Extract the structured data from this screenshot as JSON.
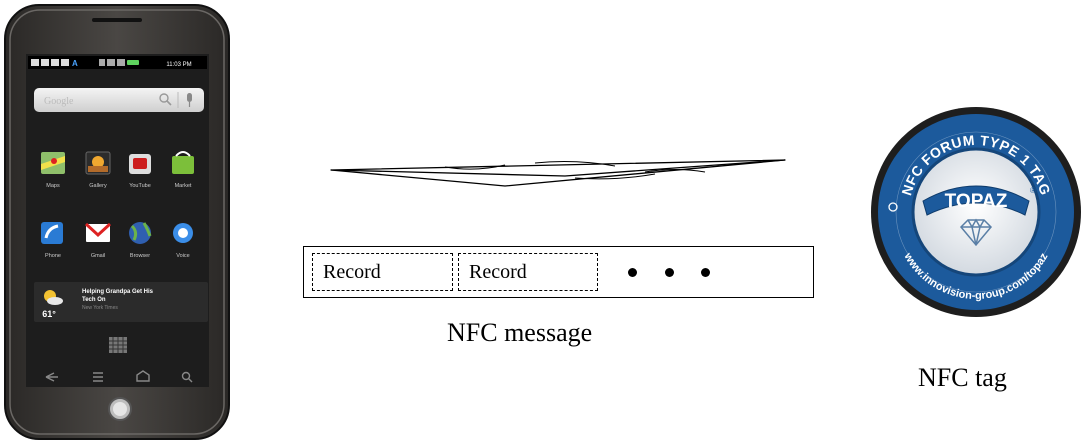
{
  "phone": {
    "status_time": "11:03 PM",
    "search_placeholder": "Google",
    "apps_row1": [
      "Maps",
      "Gallery",
      "YouTube",
      "Market"
    ],
    "apps_row2": [
      "Phone",
      "Gmail",
      "Browser",
      "Voice"
    ],
    "news": {
      "temperature": "61°",
      "headline_line1": "Helping Grandpa Get His",
      "headline_line2": "Tech On",
      "source": "New York Times"
    }
  },
  "message": {
    "records": [
      "Record",
      "Record"
    ],
    "caption": "NFC message"
  },
  "tag": {
    "ring_text": "NFC FORUM TYPE 1 TAG",
    "url_text": "www.innovision-group.com/topaz",
    "brand": "TOPAZ",
    "registered": "®",
    "caption": "NFC tag"
  },
  "colors": {
    "tag_blue": "#1c5a9c",
    "tag_dark": "#1e1e1e",
    "phone_body": "#3c3a37",
    "screen": "#222222"
  }
}
